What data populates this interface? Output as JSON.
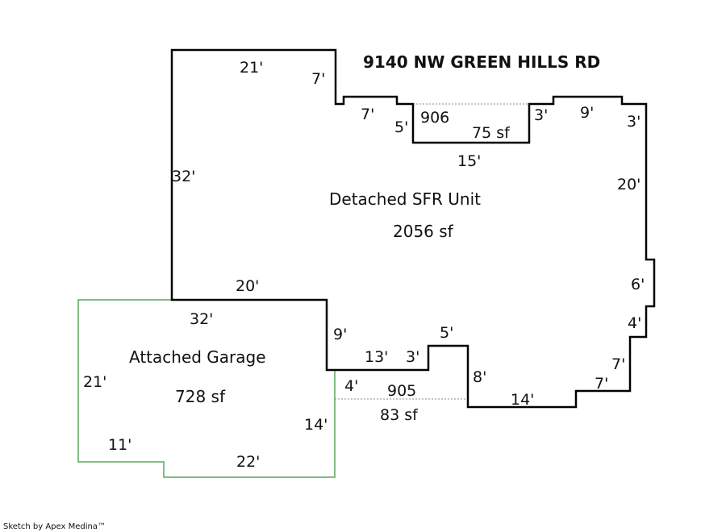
{
  "title": "9140 NW GREEN HILLS RD",
  "credit": "Sketch by Apex Medina™",
  "colors": {
    "building_outline": "#000000",
    "garage_outline": "#5aa55a",
    "porch_outline": "#8a8a8a"
  },
  "areas": {
    "house": {
      "name": "Detached SFR Unit",
      "sf": "2056 sf"
    },
    "garage": {
      "name": "Attached Garage",
      "sf": "728 sf"
    },
    "porch_906": {
      "code": "906",
      "sf": "75 sf"
    },
    "porch_905": {
      "code": "905",
      "sf": "83 sf"
    }
  },
  "dimensions": {
    "house_top_left": "21'",
    "house_top_step": "7'",
    "house_top_ledge": "7'",
    "porch906_left": "5'",
    "porch906_bottom": "15'",
    "porch906_right": "3'",
    "house_top_right": "9'",
    "house_right_step": "3'",
    "house_left": "32'",
    "house_right": "20'",
    "house_right_bump": "6'",
    "house_right_lower": "4'",
    "house_bottom_step_v": "7'",
    "house_bottom_step_h": "7'",
    "house_bottom": "14'",
    "house_notch_right": "8'",
    "house_notch_top": "5'",
    "house_notch_left": "3'",
    "house_bottom_ledge": "13'",
    "house_garage_side": "9'",
    "house_garage_shared": "20'",
    "porch905_left": "4'",
    "garage_top": "32'",
    "garage_left": "21'",
    "garage_bottom_left": "11'",
    "garage_bottom": "22'",
    "garage_right": "14'"
  }
}
